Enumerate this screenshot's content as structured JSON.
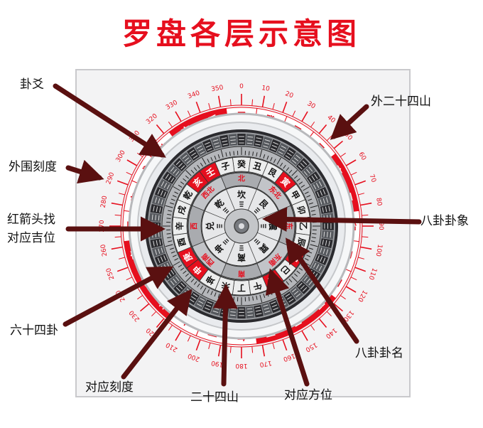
{
  "title": "罗盘各层示意图",
  "callouts": {
    "gua_yao": "卦爻",
    "outer_24_mountains": "外二十四山",
    "outer_scale": "外围刻度",
    "red_arrow_line1": "红箭头找",
    "red_arrow_line2": "对应吉位",
    "eight_trigram_symbols": "八卦卦象",
    "sixty_four_gua": "六十四卦",
    "eight_trigram_names": "八卦卦名",
    "corresponding_scale": "对应刻度",
    "twenty_four_mountains": "二十四山",
    "corresponding_direction": "对应方位"
  },
  "outer_ring_chars": [
    "子",
    "癸",
    "丑",
    "艮",
    "寅",
    "甲",
    "卯",
    "乙",
    "辰",
    "巽",
    "巳",
    "丙",
    "午",
    "丁",
    "未",
    "坤",
    "申",
    "庚",
    "酉",
    "辛",
    "戌",
    "乾",
    "亥",
    "壬"
  ],
  "outer_red_chars": [
    "巽",
    "巳",
    "丙",
    "坤",
    "申",
    "庚",
    "亥",
    "壬",
    "寅",
    "甲"
  ],
  "outer_scale_labels": [
    "0",
    "10",
    "20",
    "30",
    "40",
    "50",
    "60",
    "70",
    "80",
    "90",
    "100",
    "110",
    "120",
    "130",
    "140",
    "150",
    "160",
    "170",
    "180",
    "190",
    "200",
    "210",
    "220",
    "230",
    "240",
    "250",
    "260",
    "270",
    "280",
    "290",
    "300",
    "310",
    "320",
    "330",
    "340",
    "350"
  ],
  "inner_24_mountains": [
    "癸",
    "丑",
    "艮",
    "寅",
    "甲",
    "卯",
    "乙",
    "辰",
    "巽",
    "巳",
    "丙",
    "午",
    "丁",
    "未",
    "坤",
    "申",
    "庚",
    "酉",
    "辛",
    "戌",
    "乾",
    "亥",
    "壬",
    "子"
  ],
  "inner_red_mountains": [
    "寅",
    "申",
    "庚",
    "亥",
    "壬",
    "巽",
    "丙"
  ],
  "eight_trigram_name_chars": [
    "坎",
    "艮",
    "震",
    "巽",
    "离",
    "坤",
    "兑",
    "乾"
  ],
  "direction_chars": [
    "北",
    "东北",
    "东",
    "东南",
    "南",
    "西南",
    "西",
    "西北"
  ],
  "colors": {
    "red": "#e60f1e",
    "dark_red": "#5a1010",
    "dial_gray": "#9a9ca0"
  }
}
